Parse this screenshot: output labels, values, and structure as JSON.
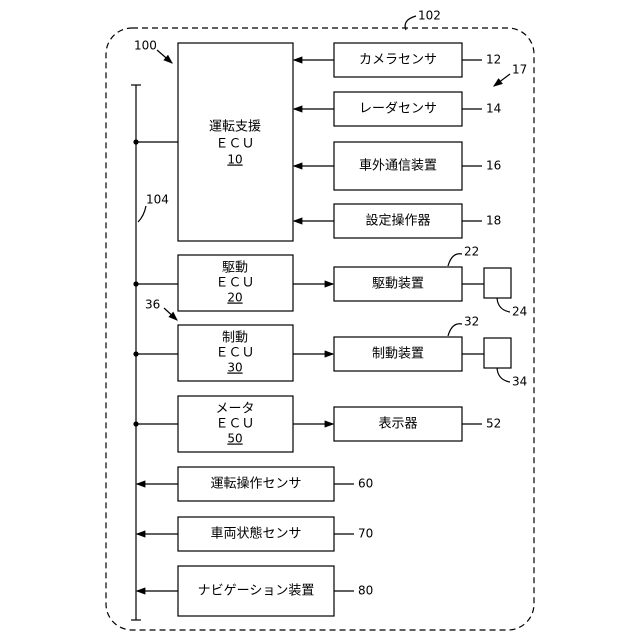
{
  "refs": {
    "enclosure": "102",
    "system": "100",
    "bus": "104",
    "sensor_group": "17",
    "pointer_36": "36"
  },
  "ecus": {
    "drive_assist": {
      "line1": "運転支援",
      "line2": "ＥＣＵ",
      "num": "10"
    },
    "drive": {
      "line1": "駆動",
      "line2": "ＥＣＵ",
      "num": "20"
    },
    "brake": {
      "line1": "制動",
      "line2": "ＥＣＵ",
      "num": "30"
    },
    "meter": {
      "line1": "メータ",
      "line2": "ＥＣＵ",
      "num": "50"
    }
  },
  "sensors": [
    {
      "label": "カメラセンサ",
      "ref": "12"
    },
    {
      "label": "レーダセンサ",
      "ref": "14"
    },
    {
      "label": "車外通信装置",
      "ref": "16"
    },
    {
      "label": "設定操作器",
      "ref": "18"
    }
  ],
  "actuators": {
    "drive_device": {
      "label": "駆動装置",
      "ref": "22",
      "small_ref": "24"
    },
    "brake_device": {
      "label": "制動装置",
      "ref": "32",
      "small_ref": "34"
    },
    "display": {
      "label": "表示器",
      "ref": "52"
    }
  },
  "bus_devices": [
    {
      "label": "運転操作センサ",
      "ref": "60"
    },
    {
      "label": "車両状態センサ",
      "ref": "70"
    },
    {
      "label": "ナビゲーション装置",
      "ref": "80"
    }
  ]
}
